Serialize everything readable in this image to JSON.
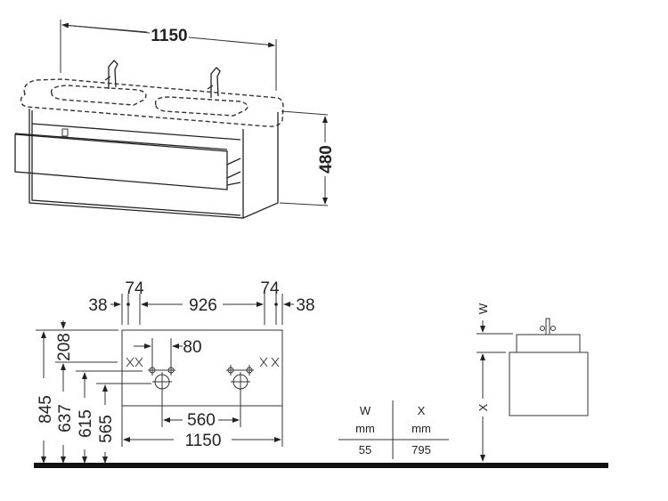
{
  "perspective_view": {
    "width_label": "1150",
    "height_label": "480"
  },
  "front_view": {
    "dims": {
      "left_edge": "38",
      "left_tap": "74",
      "center": "926",
      "right_tap": "74",
      "right_edge": "38",
      "tap_spacing": "80",
      "top_offset": "208",
      "height_total": "845",
      "height_top_holes": "637",
      "height_taps": "615",
      "height_drain": "565",
      "basin_spacing": "560",
      "width": "1150"
    }
  },
  "side_view": {
    "w_label": "W",
    "x_label": "X"
  },
  "table": {
    "headers": [
      "W",
      "X"
    ],
    "units": [
      "mm",
      "mm"
    ],
    "values": [
      "55",
      "795"
    ]
  }
}
